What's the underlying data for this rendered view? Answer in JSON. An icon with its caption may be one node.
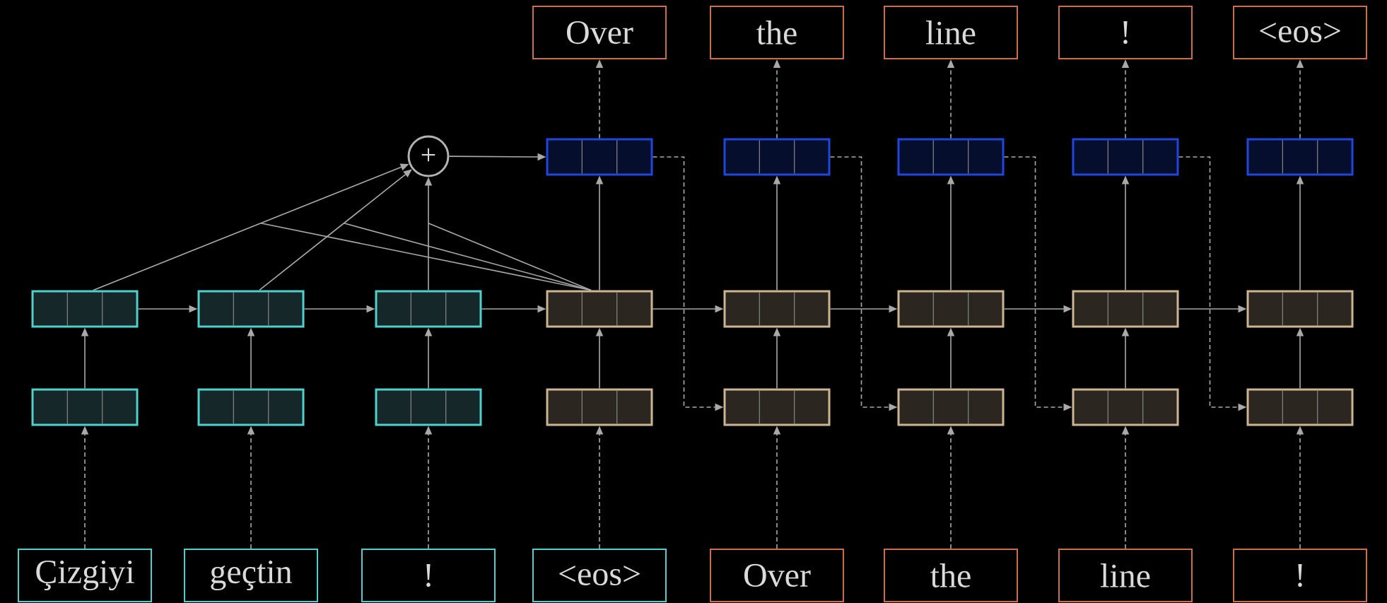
{
  "diagram": {
    "nodes": [
      {
        "text": [
          "Over"
        ]
      },
      {
        "text": [
          "the"
        ]
      },
      {
        "text": [
          "line"
        ]
      },
      {
        "text": [
          "!"
        ]
      },
      {
        "text": [
          "<eos>"
        ]
      },
      {
        "text": [
          "+"
        ]
      },
      {
        "text": [],
        "shape": "box"
      },
      {
        "text": [],
        "shape": "box"
      },
      {
        "text": [],
        "shape": "box"
      },
      {
        "text": [],
        "shape": "box"
      },
      {
        "text": [],
        "shape": "box"
      },
      {
        "text": [],
        "shape": "box"
      },
      {
        "text": [],
        "shape": "box"
      },
      {
        "text": [],
        "shape": "box"
      },
      {
        "text": [],
        "shape": "box"
      },
      {
        "text": [],
        "shape": "box"
      },
      {
        "text": [],
        "shape": "box"
      },
      {
        "text": [],
        "shape": "box"
      },
      {
        "text": [],
        "shape": "box"
      },
      {
        "text": [],
        "shape": "box"
      },
      {
        "text": [],
        "shape": "box"
      },
      {
        "text": [],
        "shape": "box"
      },
      {
        "text": [],
        "shape": "box"
      },
      {
        "text": [],
        "shape": "box"
      },
      {
        "text": [],
        "shape": "box"
      },
      {
        "text": [],
        "shape": "box"
      },
      {
        "text": [],
        "shape": "box"
      },
      {
        "text": [
          "Çizgiyi"
        ]
      },
      {
        "text": [
          "geçtin"
        ]
      },
      {
        "text": [
          "!"
        ]
      },
      {
        "text": [
          "<eos>"
        ]
      },
      {
        "text": [
          "Over"
        ]
      },
      {
        "text": [
          "the"
        ]
      },
      {
        "text": [
          "line"
        ]
      },
      {
        "text": [
          "!"
        ]
      }
    ],
    "edges": [
      {
        "from": 27,
        "to": 19,
        "arrow": "to",
        "style": "dashed"
      },
      {
        "from": 28,
        "to": 20,
        "arrow": "to",
        "style": "dashed"
      },
      {
        "from": 29,
        "to": 21,
        "arrow": "to",
        "style": "dashed"
      },
      {
        "from": 30,
        "to": 22,
        "arrow": "to",
        "style": "dashed"
      },
      {
        "from": 31,
        "to": 23,
        "arrow": "to",
        "style": "dashed"
      },
      {
        "from": 32,
        "to": 24,
        "arrow": "to",
        "style": "dashed"
      },
      {
        "from": 33,
        "to": 25,
        "arrow": "to",
        "style": "dashed"
      },
      {
        "from": 34,
        "to": 26,
        "arrow": "to",
        "style": "dashed"
      },
      {
        "from": 19,
        "to": 11,
        "arrow": "to"
      },
      {
        "from": 20,
        "to": 12,
        "arrow": "to"
      },
      {
        "from": 21,
        "to": 13,
        "arrow": "to"
      },
      {
        "from": 22,
        "to": 14,
        "arrow": "to"
      },
      {
        "from": 23,
        "to": 15,
        "arrow": "to"
      },
      {
        "from": 24,
        "to": 16,
        "arrow": "to"
      },
      {
        "from": 25,
        "to": 17,
        "arrow": "to"
      },
      {
        "from": 26,
        "to": 18,
        "arrow": "to"
      },
      {
        "from": 11,
        "to": 12,
        "arrow": "to"
      },
      {
        "from": 12,
        "to": 13,
        "arrow": "to"
      },
      {
        "from": 13,
        "to": 14,
        "arrow": "to"
      },
      {
        "from": 14,
        "to": 15,
        "arrow": "to"
      },
      {
        "from": 15,
        "to": 16,
        "arrow": "to"
      },
      {
        "from": 16,
        "to": 17,
        "arrow": "to"
      },
      {
        "from": 17,
        "to": 18,
        "arrow": "to"
      },
      {
        "from": 11,
        "to": 5,
        "arrow": "to"
      },
      {
        "from": 12,
        "to": 5,
        "arrow": "to"
      },
      {
        "from": 13,
        "to": 5,
        "arrow": "to"
      },
      {
        "from": 14,
        "to": null,
        "arrow": "none"
      },
      {
        "from": 14,
        "to": null,
        "arrow": "none"
      },
      {
        "from": 14,
        "to": null,
        "arrow": "none"
      },
      {
        "from": 5,
        "to": 6,
        "arrow": "to"
      },
      {
        "from": 14,
        "to": 6,
        "arrow": "to"
      },
      {
        "from": 15,
        "to": 7,
        "arrow": "to"
      },
      {
        "from": 16,
        "to": 8,
        "arrow": "to"
      },
      {
        "from": 17,
        "to": 9,
        "arrow": "to"
      },
      {
        "from": 18,
        "to": 10,
        "arrow": "to"
      },
      {
        "from": 6,
        "to": 0,
        "arrow": "to",
        "style": "dashed"
      },
      {
        "from": 7,
        "to": 1,
        "arrow": "to",
        "style": "dashed"
      },
      {
        "from": 8,
        "to": 2,
        "arrow": "to",
        "style": "dashed"
      },
      {
        "from": 9,
        "to": 3,
        "arrow": "to",
        "style": "dashed"
      },
      {
        "from": 10,
        "to": 4,
        "arrow": "to",
        "style": "dashed"
      },
      {
        "from": 6,
        "to": 23,
        "arrow": "to",
        "style": "dashed"
      },
      {
        "from": 7,
        "to": 24,
        "arrow": "to",
        "style": "dashed"
      },
      {
        "from": 8,
        "to": 25,
        "arrow": "to",
        "style": "dashed"
      },
      {
        "from": 9,
        "to": 26,
        "arrow": "to",
        "style": "dashed"
      }
    ]
  }
}
